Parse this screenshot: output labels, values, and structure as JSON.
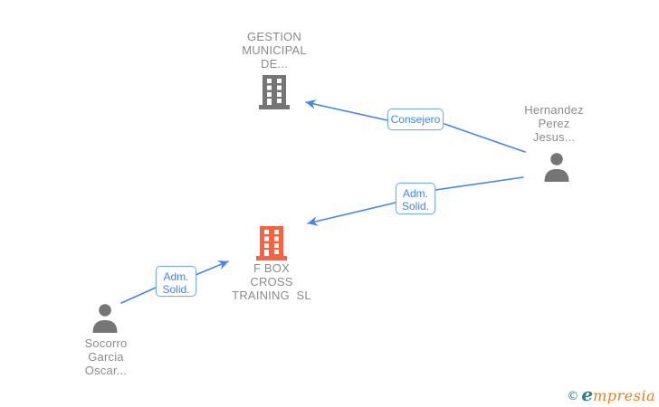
{
  "diagram": {
    "nodes": {
      "gestion": {
        "label": "GESTION\nMUNICIPAL\nDE...",
        "type": "company",
        "icon": "building-icon"
      },
      "hernandez": {
        "label": "Hernandez\nPerez\nJesus...",
        "type": "person",
        "icon": "person-icon"
      },
      "fbox": {
        "label": "F BOX\nCROSS\nTRAINING  SL",
        "type": "company",
        "highlighted": true,
        "icon": "building-icon"
      },
      "socorro": {
        "label": "Socorro\nGarcia\nOscar...",
        "type": "person",
        "icon": "person-icon"
      }
    },
    "edges": [
      {
        "name": "hernandez-to-gestion",
        "label": "Consejero",
        "segments": [
          [
            580,
            168,
            491,
            137
          ],
          [
            428,
            133,
            338,
            113
          ]
        ]
      },
      {
        "name": "hernandez-to-fbox",
        "label": "Adm.\nSolid.",
        "segments": [
          [
            578,
            196,
            481,
            210
          ],
          [
            437,
            224,
            340,
            247
          ]
        ]
      },
      {
        "name": "socorro-to-fbox",
        "label": "Adm.\nSolid.",
        "segments": [
          [
            134,
            335,
            172,
            318
          ],
          [
            216,
            304,
            252,
            289
          ]
        ]
      }
    ],
    "colors": {
      "edge_blue": "#4285f4",
      "edge_label_border": "#7baaf7",
      "node_icon_gray": "#757575",
      "node_text_gray": "#8b8b8b",
      "highlight_orange": "#f9623e",
      "logo_teal": "#2e7f93",
      "logo_orange": "#ee7d18"
    }
  },
  "footer": {
    "copyright_symbol": "©",
    "brand_first_letter": "e",
    "brand_rest": "mpresia"
  }
}
